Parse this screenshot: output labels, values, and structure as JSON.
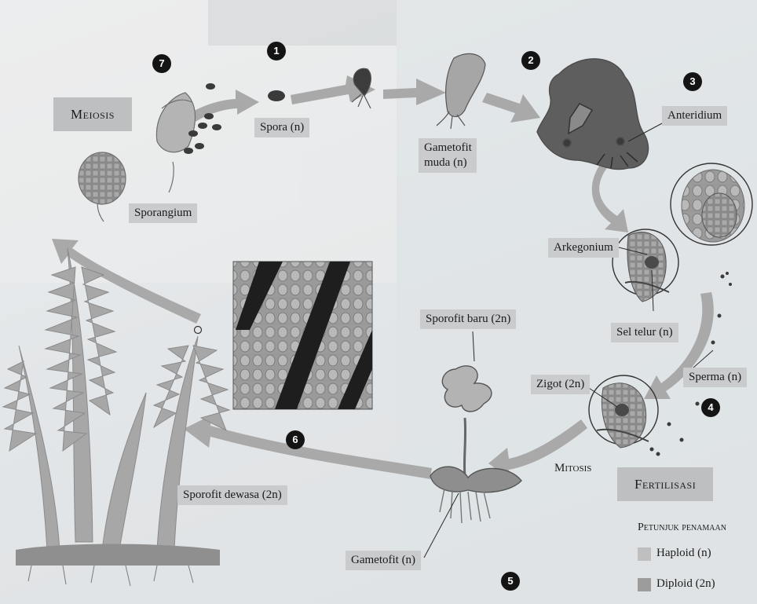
{
  "stages": [
    "1",
    "2",
    "3",
    "4",
    "5",
    "6",
    "7"
  ],
  "labels": {
    "meiosis": "Meiosis",
    "spora": "Spora (n)",
    "gametofit_muda": "Gametofit muda (n)",
    "anteridium": "Anteridium",
    "arkegonium": "Arkegonium",
    "sel_telur": "Sel telur (n)",
    "sperma": "Sperma (n)",
    "zigot": "Zigot (2n)",
    "sporofit_baru": "Sporofit baru (2n)",
    "mitosis": "Mitosis",
    "fertilisasi": "Fertilisasi",
    "sporangium": "Sporangium",
    "sporofit_dewasa": "Sporofit dewasa (2n)",
    "gametofit": "Gametofit (n)"
  },
  "legend": {
    "title": "Petunjuk penamaan",
    "items": [
      {
        "label": "Haploid (n)",
        "color": "#bfbfbf"
      },
      {
        "label": "Diploid (2n)",
        "color": "#9c9c9c"
      }
    ]
  }
}
